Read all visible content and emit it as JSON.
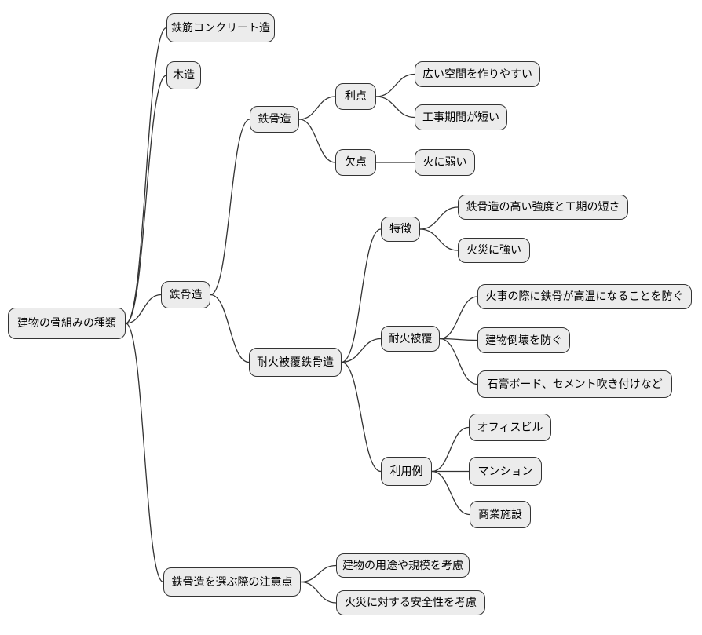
{
  "diagram": {
    "type": "mindmap",
    "background": "#ffffff",
    "colors": {
      "node_fill": "#ececec",
      "node_border": "#333333",
      "edge": "#333333",
      "text": "#000000"
    },
    "root": {
      "label": "建物の骨組みの種類",
      "children": [
        {
          "label": "鉄筋コンクリート造",
          "children": []
        },
        {
          "label": "木造",
          "children": []
        },
        {
          "label": "鉄骨造",
          "children": [
            {
              "label": "鉄骨造",
              "children": [
                {
                  "label": "利点",
                  "children": [
                    {
                      "label": "広い空間を作りやすい",
                      "children": []
                    },
                    {
                      "label": "工事期間が短い",
                      "children": []
                    }
                  ]
                },
                {
                  "label": "欠点",
                  "children": [
                    {
                      "label": "火に弱い",
                      "children": []
                    }
                  ]
                }
              ]
            },
            {
              "label": "耐火被覆鉄骨造",
              "children": [
                {
                  "label": "特徴",
                  "children": [
                    {
                      "label": "鉄骨造の高い強度と工期の短さ",
                      "children": []
                    },
                    {
                      "label": "火災に強い",
                      "children": []
                    }
                  ]
                },
                {
                  "label": "耐火被覆",
                  "children": [
                    {
                      "label": "火事の際に鉄骨が高温になることを防ぐ",
                      "children": []
                    },
                    {
                      "label": "建物倒壊を防ぐ",
                      "children": []
                    },
                    {
                      "label": "石膏ボード、セメント吹き付けなど",
                      "children": []
                    }
                  ]
                },
                {
                  "label": "利用例",
                  "children": [
                    {
                      "label": "オフィスビル",
                      "children": []
                    },
                    {
                      "label": "マンション",
                      "children": []
                    },
                    {
                      "label": "商業施設",
                      "children": []
                    }
                  ]
                }
              ]
            }
          ]
        },
        {
          "label": "鉄骨造を選ぶ際の注意点",
          "children": [
            {
              "label": "建物の用途や規模を考慮",
              "children": []
            },
            {
              "label": "火災に対する安全性を考慮",
              "children": []
            }
          ]
        }
      ]
    }
  }
}
